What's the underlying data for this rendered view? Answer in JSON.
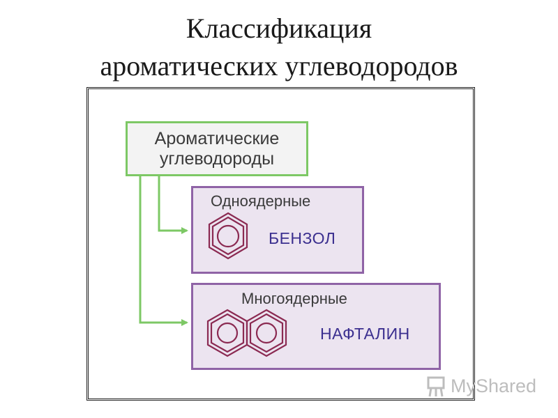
{
  "title": {
    "line1": "Классификация",
    "line2": "ароматических углеводородов"
  },
  "diagram": {
    "root": {
      "line1": "Ароматические",
      "line2": "углеводороды"
    },
    "mononuclear": {
      "label": "Одноядерные",
      "compound": "БЕНЗОЛ"
    },
    "polynuclear": {
      "label": "Многоядерные",
      "compound": "НАФТАЛИН"
    }
  },
  "colors": {
    "green_arrow": "#7dc865",
    "purple_border": "#8f63a6",
    "purple_fill": "#ece4f0",
    "ring_color": "#8b2a52",
    "compound_text": "#3b2f8f"
  },
  "watermark": {
    "text": "MyShared",
    "icon": "presentation-board-icon"
  }
}
